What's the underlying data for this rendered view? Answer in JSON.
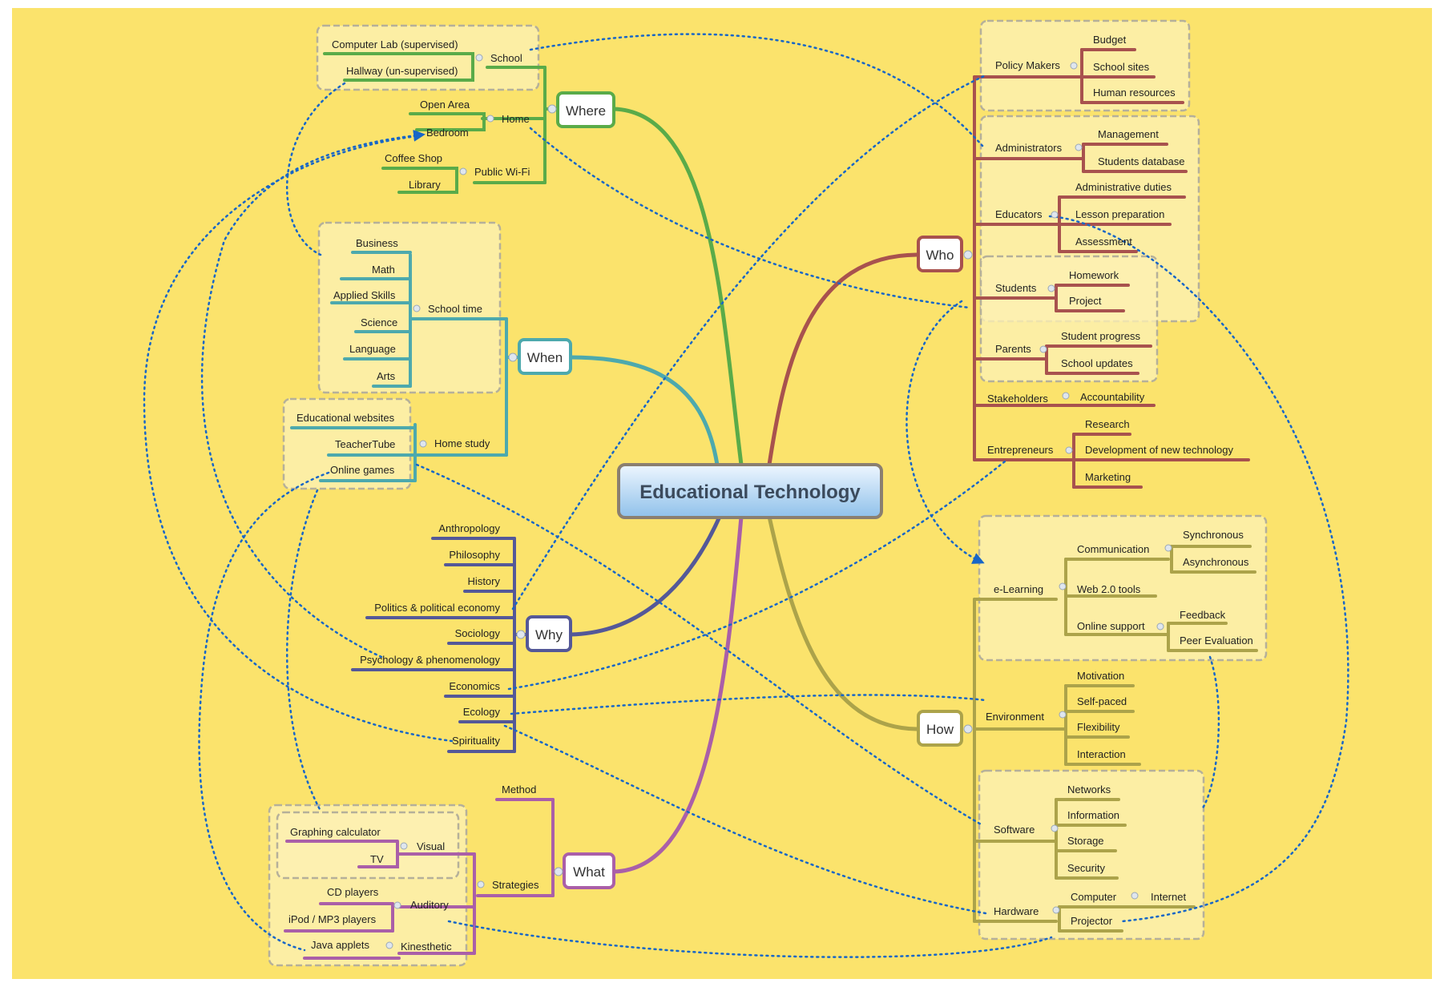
{
  "colors": {
    "background": "#fbe36c",
    "where": "#5aab49",
    "when": "#4da9ad",
    "why": "#545898",
    "what": "#aa5fa8",
    "how": "#aca34a",
    "who": "#a8524e",
    "link": "#1766c7",
    "box_fill": "#fcf0b3",
    "box_border": "#b5b09a"
  },
  "root": {
    "label": "Educational Technology"
  },
  "branches": {
    "where": {
      "label": "Where",
      "school": {
        "label": "School",
        "children": [
          "Computer Lab (supervised)",
          "Hallway (un-supervised)"
        ]
      },
      "home": {
        "label": "Home",
        "children": [
          "Open Area",
          "Bedroom"
        ]
      },
      "wifi": {
        "label": "Public Wi-Fi",
        "children": [
          "Coffee Shop",
          "Library"
        ]
      }
    },
    "when": {
      "label": "When",
      "school_time": {
        "label": "School time",
        "children": [
          "Business",
          "Math",
          "Applied Skills",
          "Science",
          "Language",
          "Arts"
        ]
      },
      "home_study": {
        "label": "Home study",
        "children": [
          "Educational websites",
          "TeacherTube",
          "Online games"
        ]
      }
    },
    "why": {
      "label": "Why",
      "children": [
        "Anthropology",
        "Philosophy",
        "History",
        "Politics & political economy",
        "Sociology",
        "Psychology & phenomenology",
        "Economics",
        "Ecology",
        "Spirituality"
      ]
    },
    "what": {
      "label": "What",
      "method": "Method",
      "strategies": {
        "label": "Strategies",
        "visual": {
          "label": "Visual",
          "children": [
            "Graphing calculator",
            "TV"
          ]
        },
        "auditory": {
          "label": "Auditory",
          "children": [
            "CD players",
            "iPod / MP3 players"
          ]
        },
        "kinesthetic": {
          "label": "Kinesthetic",
          "children": [
            "Java applets"
          ]
        }
      }
    },
    "who": {
      "label": "Who",
      "policy": {
        "label": "Policy Makers",
        "children": [
          "Budget",
          "School sites",
          "Human resources"
        ]
      },
      "admin": {
        "label": "Administrators",
        "children": [
          "Management",
          "Students database"
        ]
      },
      "educators": {
        "label": "Educators",
        "children": [
          "Administrative duties",
          "Lesson preparation",
          "Assessment"
        ]
      },
      "students": {
        "label": "Students",
        "children": [
          "Homework",
          "Project"
        ]
      },
      "parents": {
        "label": "Parents",
        "children": [
          "Student progress",
          "School updates"
        ]
      },
      "stakeholders": {
        "label": "Stakeholders",
        "children": [
          "Accountability"
        ]
      },
      "entrepreneurs": {
        "label": "Entrepreneurs",
        "children": [
          "Research",
          "Development of new technology",
          "Marketing"
        ]
      }
    },
    "how": {
      "label": "How",
      "elearning": {
        "label": "e-Learning",
        "communication": {
          "label": "Communication",
          "children": [
            "Synchronous",
            "Asynchronous"
          ]
        },
        "web20": "Web 2.0 tools",
        "support": {
          "label": "Online support",
          "children": [
            "Feedback",
            "Peer Evaluation"
          ]
        }
      },
      "environment": {
        "label": "Environment",
        "children": [
          "Motivation",
          "Self-paced",
          "Flexibility",
          "Interaction"
        ]
      },
      "software": {
        "label": "Software",
        "children": [
          "Networks",
          "Information",
          "Storage",
          "Security"
        ]
      },
      "hardware": {
        "label": "Hardware",
        "computer": {
          "label": "Computer",
          "children": [
            "Internet"
          ]
        },
        "projector": "Projector"
      }
    }
  }
}
